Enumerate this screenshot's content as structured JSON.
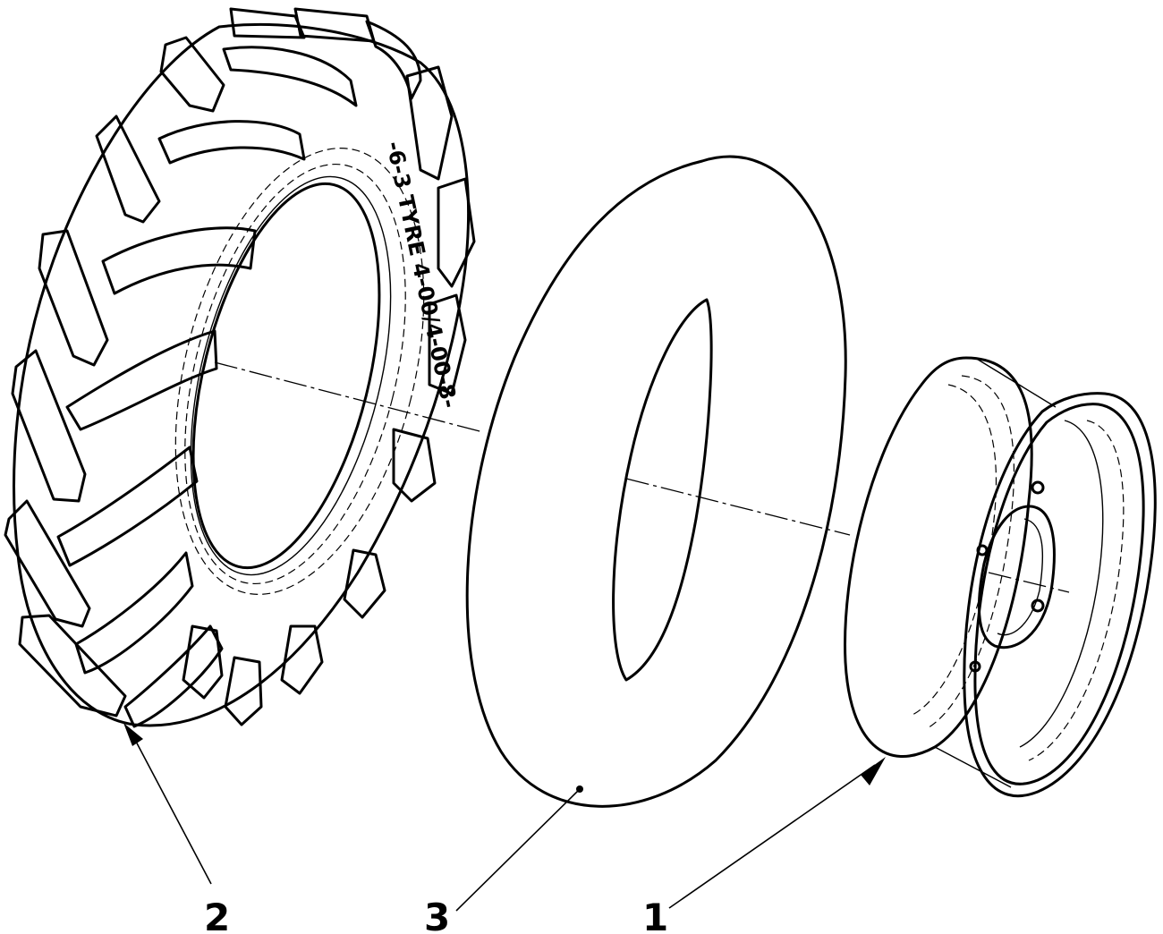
{
  "parts": [
    {
      "callout": "1",
      "part": "rim"
    },
    {
      "callout": "2",
      "part": "tyre"
    },
    {
      "callout": "3",
      "part": "inner-tube"
    }
  ],
  "tyre_sidewall_text": "-6-3 TYRE 4-00/4-00-8-"
}
